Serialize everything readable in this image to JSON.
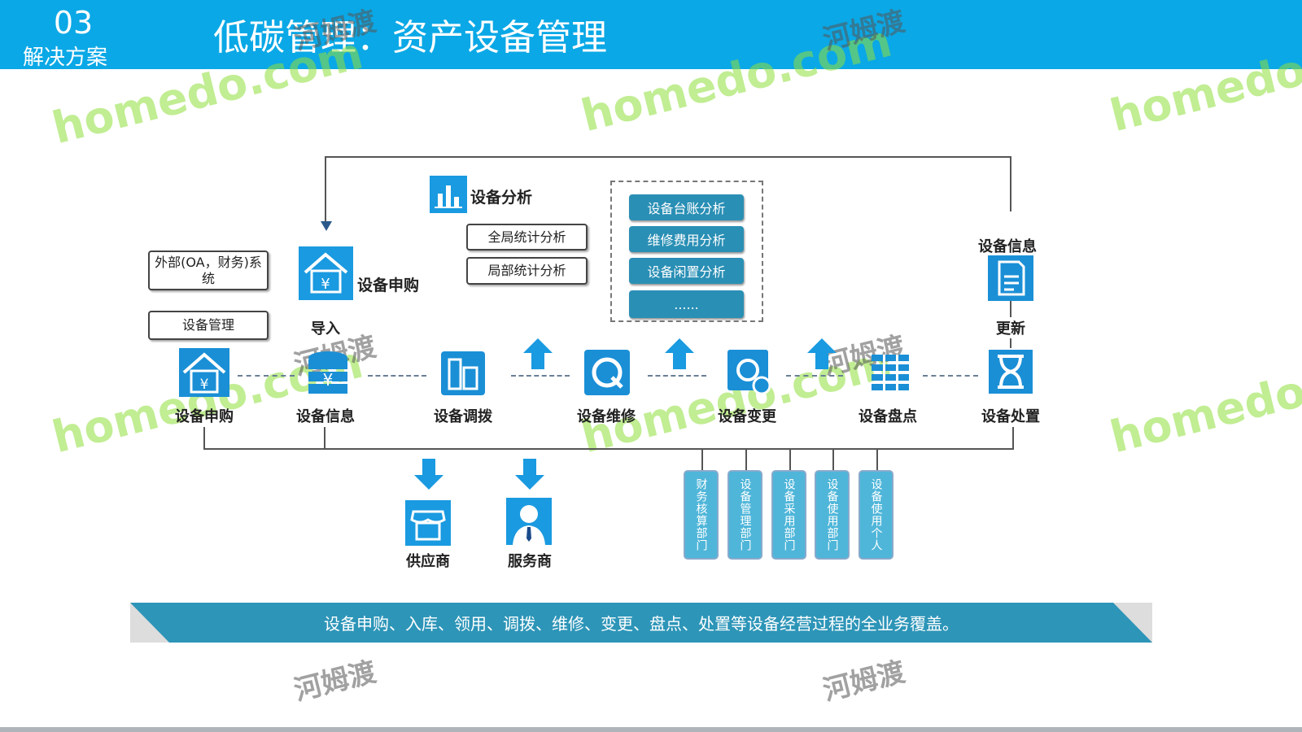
{
  "header": {
    "section_number": "03",
    "section_label": "解决方案",
    "title": "低碳管理：资产设备管理"
  },
  "analysis": {
    "title": "设备分析",
    "buttons": [
      "全局统计分析",
      "局部统计分析"
    ],
    "reports": [
      "设备台账分析",
      "维修费用分析",
      "设备闲置分析",
      "......"
    ]
  },
  "left": {
    "external_system": "外部(OA，财务)系统",
    "device_mgmt": "设备管理",
    "purchase_top": "设备申购",
    "import": "导入"
  },
  "flow": [
    "设备申购",
    "设备信息",
    "设备调拨",
    "设备维修",
    "设备变更",
    "设备盘点",
    "设备处置"
  ],
  "right": {
    "info": "设备信息",
    "update": "更新"
  },
  "partners": [
    "供应商",
    "服务商"
  ],
  "departments": [
    "财务核算部门",
    "设备管理部门",
    "设备采用部门",
    "设备使用部门",
    "设备使用个人"
  ],
  "banner": "设备申购、入库、领用、调拨、维修、变更、盘点、处置等设备经营过程的全业务覆盖。",
  "watermark": {
    "site": "homedo.com",
    "brand": "河姆渡"
  },
  "colors": {
    "header": "#0aa8e6",
    "icon": "#1a8fd6",
    "banner": "#2d95b8",
    "dept": "#4fb6d9"
  }
}
